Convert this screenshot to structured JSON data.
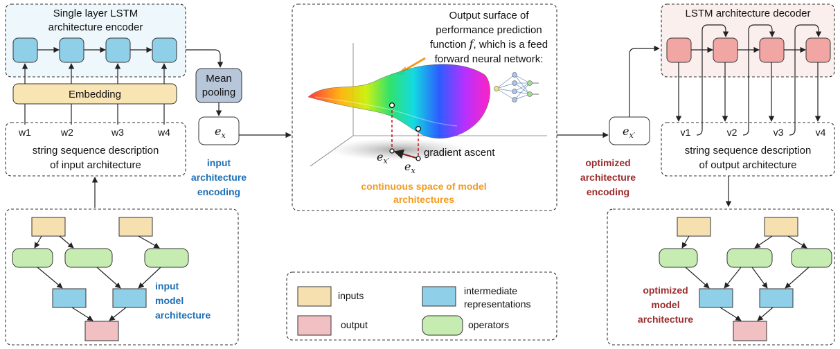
{
  "encoder": {
    "title_line1": "Single layer LSTM",
    "title_line2": "architecture encoder",
    "embedding": "Embedding"
  },
  "input_seq": {
    "tokens": [
      "w1",
      "w2",
      "w3",
      "w4"
    ],
    "desc_line1": "string sequence description",
    "desc_line2": "of input architecture"
  },
  "pooling": {
    "line1": "Mean",
    "line2": "pooling"
  },
  "input_encoding": {
    "symbol": "e",
    "subscript": "x",
    "caption": [
      "input",
      "architecture",
      "encoding"
    ]
  },
  "surface": {
    "desc": [
      "Output surface of",
      "performance prediction",
      "function",
      "f",
      ", which is a feed",
      "forward neural network:"
    ],
    "gradient_label": "gradient ascent",
    "point_x": "e",
    "point_x_sub": "x",
    "point_xp": "e",
    "point_xp_sub": "x′",
    "caption": [
      "continuous space of model",
      "architectures"
    ]
  },
  "optimized_encoding": {
    "symbol": "e",
    "subscript": "x′",
    "caption": [
      "optimized",
      "architecture",
      "encoding"
    ]
  },
  "decoder": {
    "title": "LSTM architecture decoder"
  },
  "output_seq": {
    "tokens": [
      "v1",
      "v2",
      "v3",
      "v4"
    ],
    "desc_line1": "string sequence description",
    "desc_line2": "of output architecture"
  },
  "input_model": {
    "caption": [
      "input",
      "model",
      "architecture"
    ]
  },
  "optimized_model": {
    "caption": [
      "optimized",
      "model",
      "architecture"
    ]
  },
  "legend": {
    "inputs": "inputs",
    "output": "output",
    "intermediate": [
      "intermediate",
      "representations"
    ],
    "operators": "operators"
  },
  "colors": {
    "lstm_encoder": "#8fd0e8",
    "lstm_decoder": "#f2a6a4",
    "inputs": "#f7e0b0",
    "operators": "#c7ecb2",
    "intermediate": "#8fd0e8",
    "output": "#f0c0c2",
    "blue_text": "#1f6fb4",
    "red_text": "#9b2b2b",
    "orange_text": "#f39a1d"
  }
}
